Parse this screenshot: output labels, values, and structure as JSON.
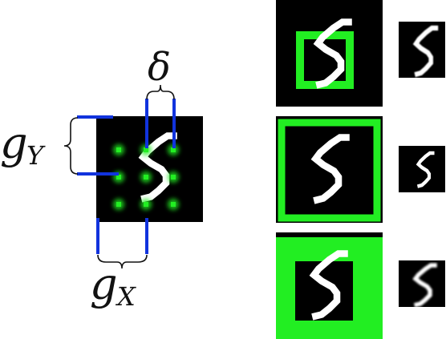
{
  "labels": {
    "delta": "δ",
    "g_y": "g",
    "g_y_sub": "Y",
    "g_x": "g",
    "g_x_sub": "X"
  },
  "colors": {
    "background": "#ffffff",
    "panel": "#000000",
    "digit": "#ffffff",
    "grid_points": "#22ee22",
    "box": "#22ee22",
    "bracket_lines": "#1133dd",
    "brace": "#111111"
  },
  "panels": {
    "attention_grid": {
      "grid_size": [
        3,
        3
      ]
    },
    "crops": [
      {
        "name": "crop-tight"
      },
      {
        "name": "crop-full"
      },
      {
        "name": "crop-blurred"
      }
    ]
  }
}
